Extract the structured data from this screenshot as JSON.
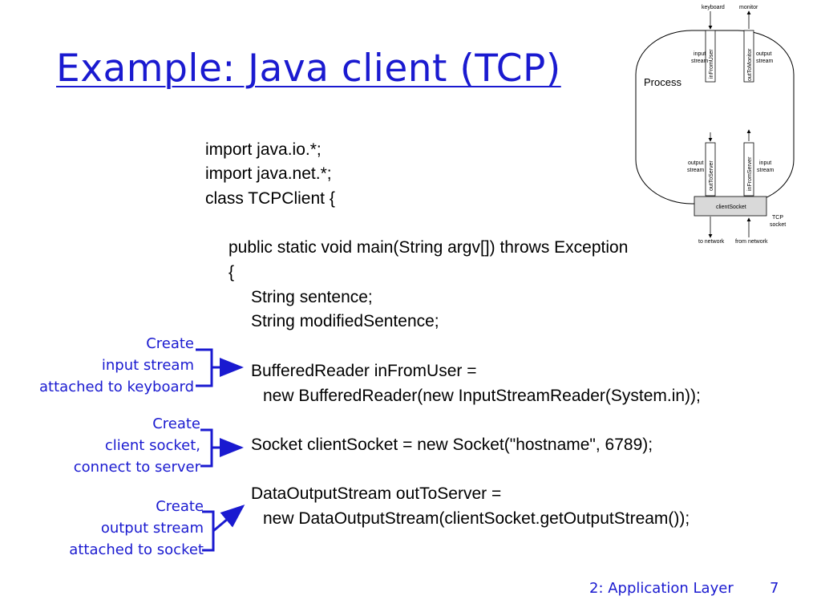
{
  "slide": {
    "title": "Example: Java client (TCP)",
    "footer_label": "2: Application Layer",
    "page_number": "7"
  },
  "code_lines": [
    "import java.io.*;",
    "import java.net.*;",
    "class TCPClient {",
    "public static void main(String argv[]) throws Exception",
    "{",
    "String sentence;",
    "String modifiedSentence;",
    "BufferedReader inFromUser =",
    "new BufferedReader(new InputStreamReader(System.in));",
    "Socket clientSocket = new Socket(\"hostname\", 6789);",
    "DataOutputStream outToServer =",
    "new DataOutputStream(clientSocket.getOutputStream());"
  ],
  "annotations": [
    {
      "line1": "Create",
      "line2": "input stream",
      "line3": "attached to keyboard"
    },
    {
      "line1": "Create",
      "line2": "client socket,",
      "line3": "connect to server"
    },
    {
      "line1": "Create",
      "line2": "output stream",
      "line3": "attached to socket"
    }
  ],
  "diagram": {
    "keyboard": "keyboard",
    "monitor": "monitor",
    "process": "Process",
    "in_from_user": "inFromUser",
    "out_to_monitor": "outToMonitor",
    "input_stream_top_1": "input",
    "input_stream_top_2": "stream",
    "output_stream_top_1": "output",
    "output_stream_top_2": "stream",
    "out_to_server": "outToServer",
    "in_from_server": "inFromServer",
    "output_stream_bottom_1": "output",
    "output_stream_bottom_2": "stream",
    "input_stream_bottom_1": "input",
    "input_stream_bottom_2": "stream",
    "client_socket": "clientSocket",
    "tcp_socket_1": "TCP",
    "tcp_socket_2": "socket",
    "to_network": "to network",
    "from_network": "from network"
  },
  "colors": {
    "accent": "#1a1ad0",
    "text": "#000000",
    "socket_fill": "#d9d9d9"
  }
}
